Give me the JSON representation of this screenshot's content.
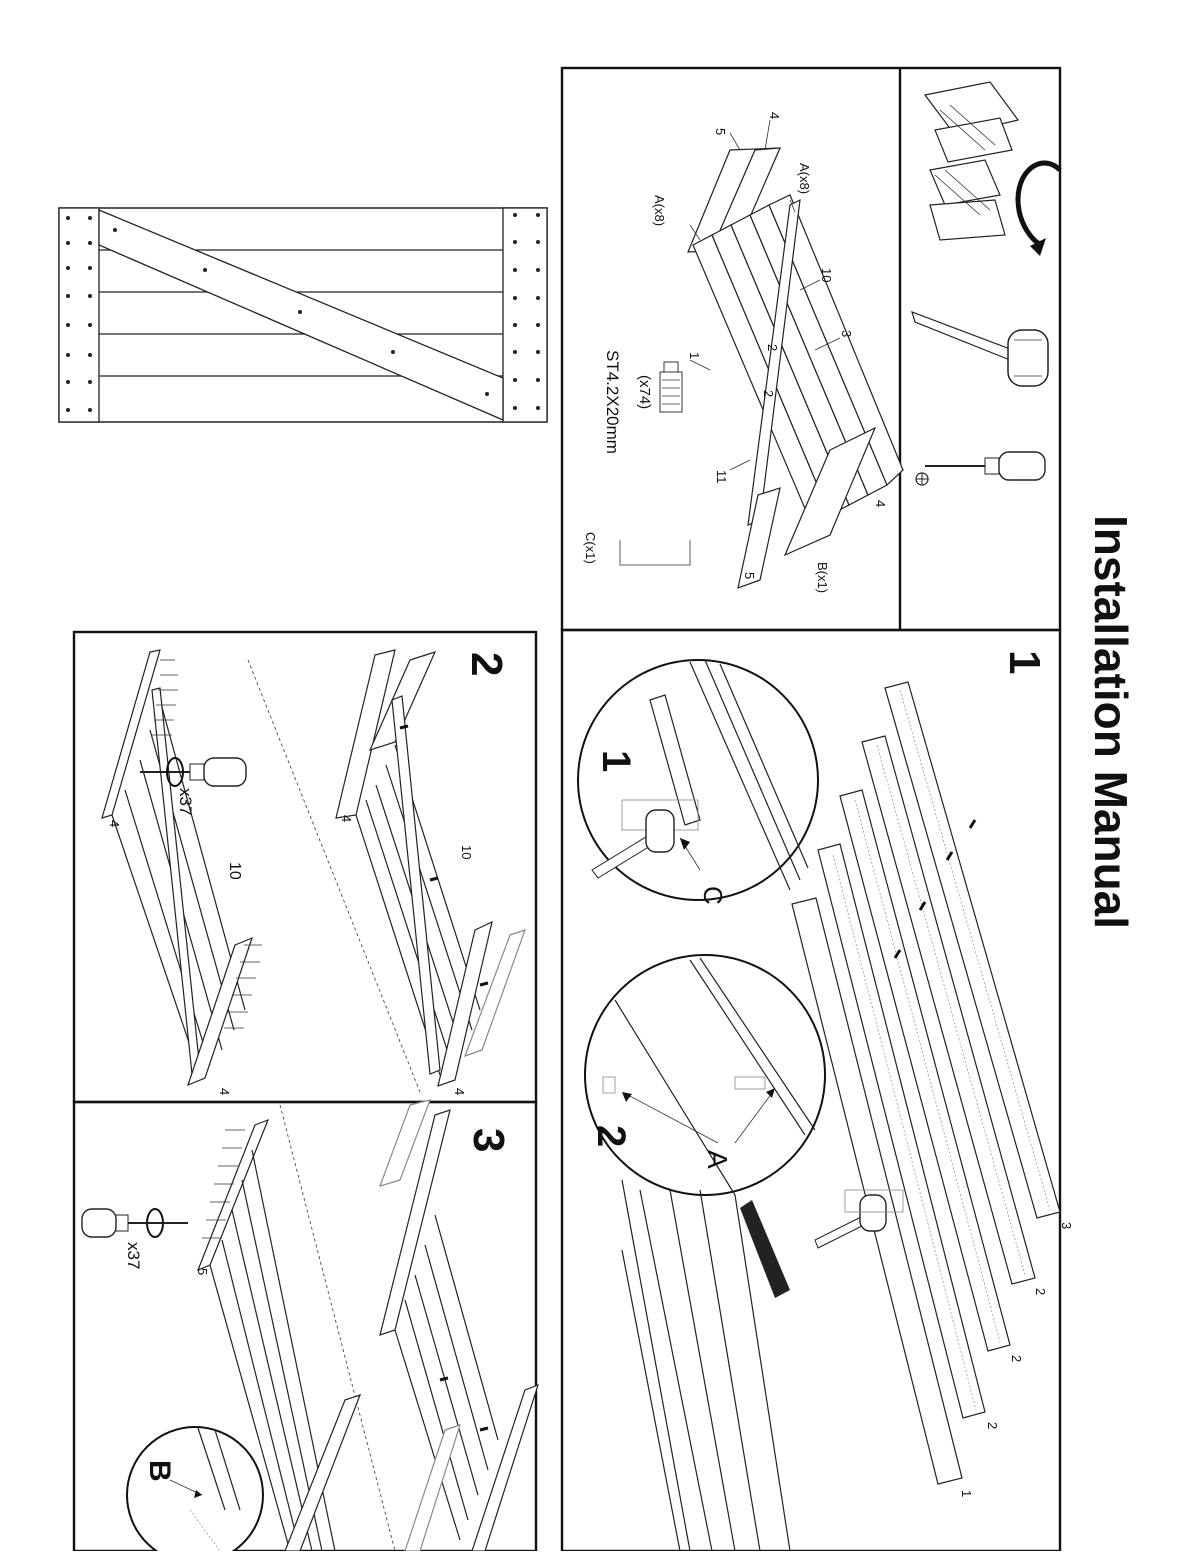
{
  "title": "Installation Manual",
  "parts_panel": {
    "labels": {
      "p5a": "5",
      "p4a": "4",
      "a8a": "A(x8)",
      "a8b": "A(x8)",
      "p10": "10",
      "p3": "3",
      "p2a": "2",
      "p2b": "2",
      "p1": "1",
      "p11": "11",
      "p4b": "4",
      "p5b": "5",
      "b1": "B(x1)",
      "c1": "C(x1)",
      "screw_qty": "(x74)",
      "screw_size": "ST4.2X20mm"
    }
  },
  "step1": {
    "number": "1",
    "board_labels": [
      "3",
      "2",
      "2",
      "2",
      "1"
    ],
    "detail1": {
      "number": "1",
      "callout": "C"
    },
    "detail2": {
      "number": "2",
      "callout": "A"
    }
  },
  "step2": {
    "number": "2",
    "labels": {
      "p4a": "4",
      "p4b": "4",
      "p10a": "10",
      "p10b": "10",
      "p4c": "4",
      "p4d": "4"
    },
    "screw_count": "x37"
  },
  "step3": {
    "number": "3",
    "labels": {
      "p5": "5"
    },
    "screw_count": "x37",
    "detail_callout": "B"
  }
}
